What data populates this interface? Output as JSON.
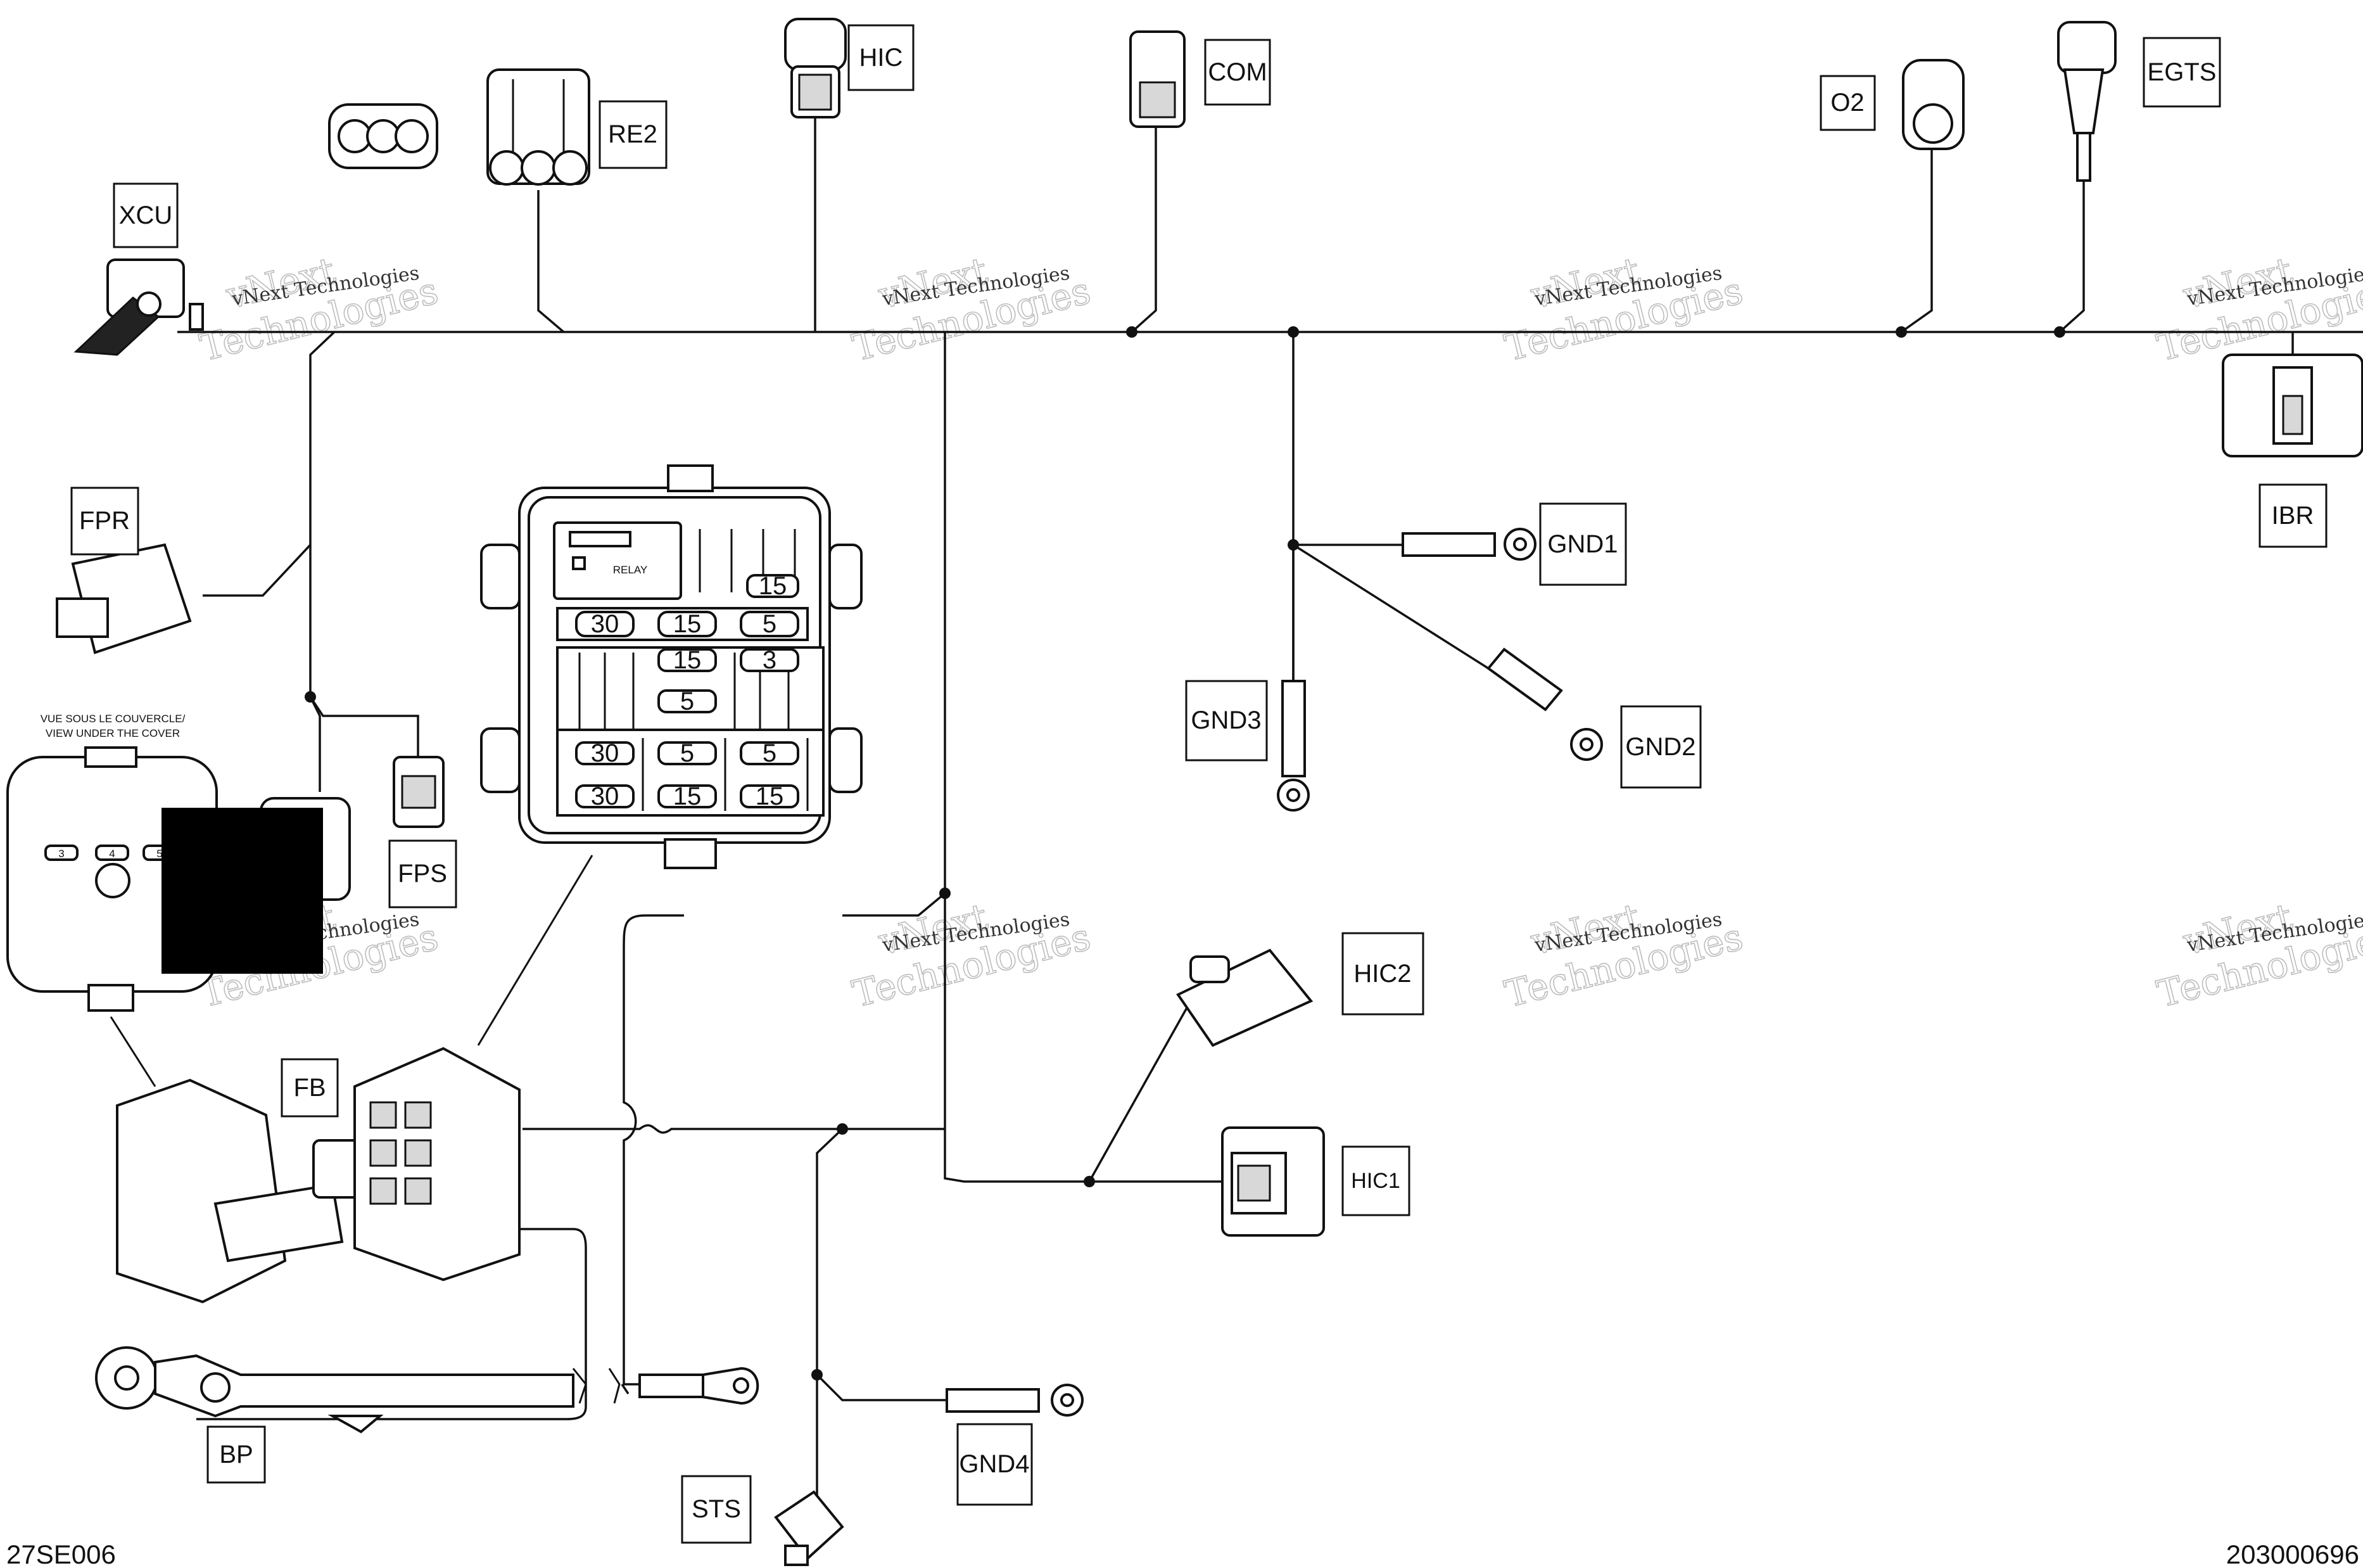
{
  "connectors": {
    "xcu": "XCU",
    "re2": "RE2",
    "hic": "HIC",
    "com": "COM",
    "o2": "O2",
    "egts": "EGTS",
    "ibr": "IBR",
    "fpr": "FPR",
    "fps": "FPS",
    "gnd1": "GND1",
    "gnd2": "GND2",
    "gnd3": "GND3",
    "gnd4": "GND4",
    "hic2": "HIC2",
    "hic1": "HIC1",
    "fb": "FB",
    "bp": "BP",
    "sts": "STS"
  },
  "fuse_box": {
    "relay_label": "RELAY",
    "top_row": [
      "30",
      "15",
      "5"
    ],
    "mid_upper": "15",
    "mid_upper_right": "3",
    "mid_lower": "5",
    "top_right_fuse": "15",
    "bottom_upper": [
      "30",
      "5",
      "5"
    ],
    "bottom_lower": [
      "30",
      "15",
      "15"
    ]
  },
  "cover_view": {
    "caption_line1": "VUE SOUS LE COUVERCLE/",
    "caption_line2": "VIEW UNDER THE COVER",
    "slots": [
      "3",
      "4",
      "5"
    ]
  },
  "watermark": {
    "line1": "vNext",
    "line2": "Technologies",
    "small": "vNext Technologies"
  },
  "footer": {
    "left_code": "27SE006",
    "right_code": "203000696"
  }
}
